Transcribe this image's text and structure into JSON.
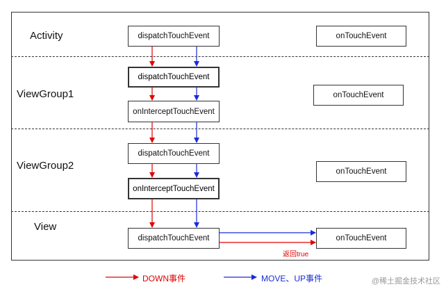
{
  "layers": {
    "activity": "Activity",
    "viewgroup1": "ViewGroup1",
    "viewgroup2": "ViewGroup2",
    "view": "View"
  },
  "boxes": {
    "activity_dispatch": "dispatchTouchEvent",
    "activity_ontouch": "onTouchEvent",
    "vg1_dispatch": "dispatchTouchEvent",
    "vg1_intercept": "onInterceptTouchEvent",
    "vg1_ontouch": "onTouchEvent",
    "vg2_dispatch": "dispatchTouchEvent",
    "vg2_intercept": "onInterceptTouchEvent",
    "vg2_ontouch": "onTouchEvent",
    "view_dispatch": "dispatchTouchEvent",
    "view_ontouch": "onTouchEvent"
  },
  "annotations": {
    "return_true": "返回true"
  },
  "legend": {
    "down": "DOWN事件",
    "move_up": "MOVE、UP事件"
  },
  "colors": {
    "down": "#e00000",
    "move_up": "#1a2bd8",
    "border": "#333333"
  },
  "watermark": "@稀土掘金技术社区"
}
